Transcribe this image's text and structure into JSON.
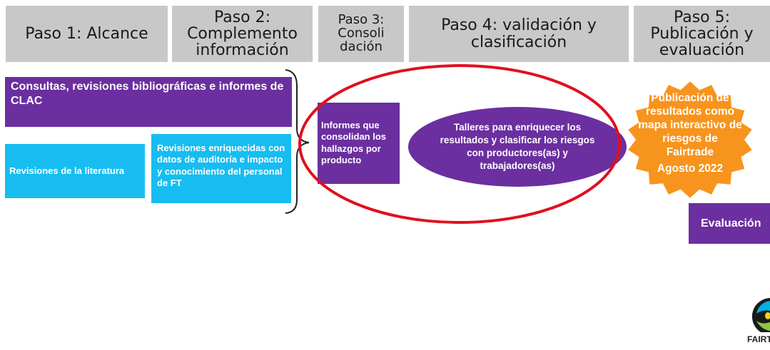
{
  "steps": [
    {
      "label": "Paso 1: Alcance"
    },
    {
      "label": "Paso 2: Complemento información"
    },
    {
      "label": "Paso 3: Consoli dación"
    },
    {
      "label": "Paso 4: validación y clasificación"
    },
    {
      "label": "Paso 5: Publicación y evaluación"
    }
  ],
  "boxes": {
    "consultas": "Consultas, revisiones bibliográficas e informes de CLAC",
    "revisiones_literatura": "Revisiones de la literatura",
    "revisiones_enriquecidas": "Revisiones enriquecidas con datos de auditoría e impacto y conocimiento del personal de FT",
    "informes": "Informes que consolidan los hallazgos por producto",
    "talleres": "Talleres para enriquecer los resultados y clasificar los riesgos con productores(as) y trabajadores(as)",
    "publicacion_line1": "Publicación de",
    "publicacion_line2": "resultados como",
    "publicacion_line3": "mapa interactivo de",
    "publicacion_line4": "riesgos de",
    "publicacion_line5": "Fairtrade",
    "publicacion_date": "Agosto 2022",
    "evaluacion": "Evaluación"
  },
  "logo": {
    "text": "FAIRT"
  },
  "colors": {
    "purple": "#6b2fa0",
    "cyan": "#17bdf0",
    "orange": "#f7941d",
    "red_circle": "#e0101e",
    "header_gray": "#c8c8c8"
  }
}
